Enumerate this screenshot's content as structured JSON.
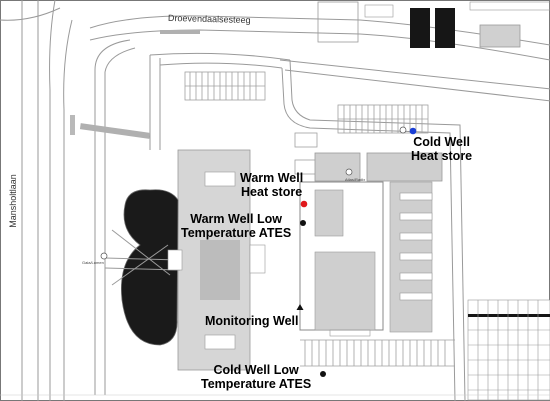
{
  "streets": {
    "north": "Droevendaalsesteeg",
    "west": "Mansholtlaan"
  },
  "small_labels": {
    "building_a": "Atlas/Radix",
    "building_b": "Gaia/Lumen"
  },
  "wells": [
    {
      "label": "Cold Well Heat store",
      "lines": [
        "Cold Well",
        "Heat store"
      ],
      "marker": "dot",
      "color": "#1a3fd6"
    },
    {
      "label": "Warm Well Heat store",
      "lines": [
        "Warm Well",
        "Heat store"
      ],
      "marker": "dot",
      "color": "#e0181b"
    },
    {
      "label": "Warm Well Low Temperature ATES",
      "lines": [
        "Warm Well Low",
        "Temperature ATES"
      ],
      "marker": "dot",
      "color": "#111111"
    },
    {
      "label": "Monitoring Well",
      "lines": [
        "Monitoring Well"
      ],
      "marker": "triangle",
      "color": "#111111"
    },
    {
      "label": "Cold Well Low Temperature ATES",
      "lines": [
        "Cold Well Low",
        "Temperature ATES"
      ],
      "marker": "dot",
      "color": "#111111"
    }
  ],
  "colors": {
    "building": "#c8c8c8",
    "road_edge": "#9a9a9a",
    "pond": "#1a1a1a",
    "dark_roof": "#161616"
  }
}
